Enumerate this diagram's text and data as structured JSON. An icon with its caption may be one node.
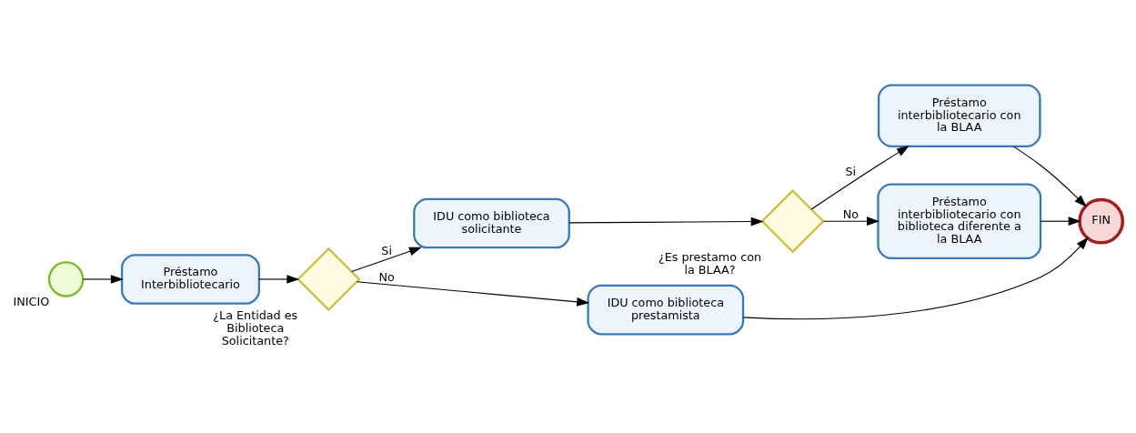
{
  "diagram": {
    "nodes": [
      {
        "text": [],
        "shape": "circle",
        "beside": [
          "INICIO"
        ]
      },
      {
        "text": [
          "Préstamo Interbibliotecario"
        ]
      },
      {
        "text": [],
        "shape": "diamond",
        "beside": [
          "¿La Entidad es Biblioteca Solicitante?"
        ]
      },
      {
        "text": [
          "IDU como biblioteca solicitante"
        ]
      },
      {
        "text": [],
        "shape": "diamond",
        "beside": [
          "¿Es prestamo con la BLAA?"
        ]
      },
      {
        "text": [
          "Préstamo interbibliotecario con la BLAA"
        ]
      },
      {
        "text": [
          "IDU como biblioteca prestamista"
        ]
      },
      {
        "text": [
          "Préstamo interbibliotecario con biblioteca diferente a la BLAA"
        ]
      },
      {
        "text": [
          "FIN"
        ]
      }
    ],
    "edges": [
      {
        "from": 0,
        "to": 1,
        "arrow": "to"
      },
      {
        "from": 1,
        "to": 2,
        "arrow": "to"
      },
      {
        "from": 2,
        "to": 3,
        "arrow": "to",
        "label": "Si"
      },
      {
        "from": 3,
        "to": 4,
        "arrow": "to"
      },
      {
        "from": 4,
        "to": 5,
        "arrow": "to",
        "label": "Si"
      },
      {
        "from": 2,
        "to": 6,
        "arrow": "to",
        "label": "No"
      },
      {
        "from": 4,
        "to": 7,
        "arrow": "to",
        "label": "No"
      },
      {
        "from": 6,
        "to": 8,
        "arrow": "to"
      },
      {
        "from": 7,
        "to": 8,
        "arrow": "to"
      },
      {
        "from": 5,
        "to": 8,
        "arrow": "to"
      }
    ]
  }
}
